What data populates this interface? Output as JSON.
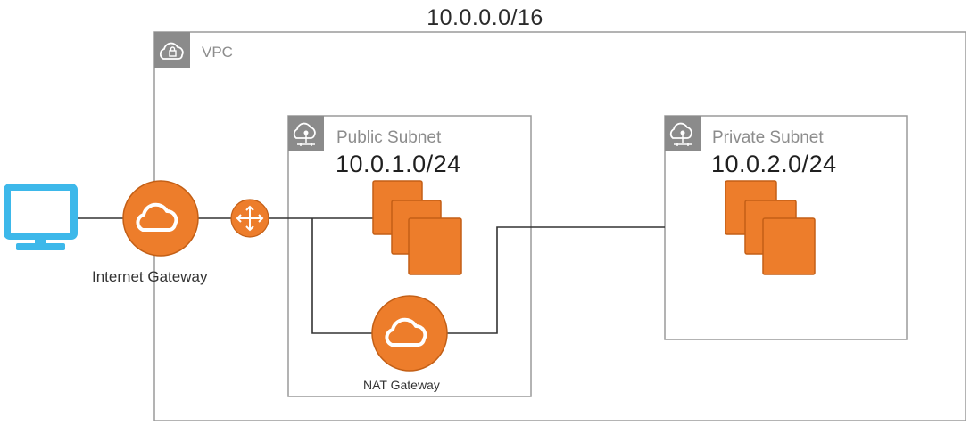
{
  "diagram": {
    "vpc_cidr": "10.0.0.0/16",
    "vpc_label": "VPC",
    "public_subnet": {
      "label": "Public Subnet",
      "cidr": "10.0.1.0/24"
    },
    "private_subnet": {
      "label": "Private Subnet",
      "cidr": "10.0.2.0/24"
    },
    "internet_gateway_label": "Internet Gateway",
    "nat_gateway_label": "NAT Gateway"
  },
  "colors": {
    "aws_orange": "#ED7D2B",
    "aws_orange_dark": "#C35F16",
    "client_blue": "#3DB8EA",
    "container_border": "#9a9a9a",
    "icon_badge": "#8b8b8b"
  },
  "icons": {
    "client": "monitor-icon",
    "internet_gateway": "cloud-icon",
    "router": "router-icon",
    "nat_gateway": "cloud-icon",
    "instances": "ec2-instances-icon",
    "vpc": "vpc-cloud-lock-icon",
    "subnet": "subnet-cloud-icon"
  }
}
